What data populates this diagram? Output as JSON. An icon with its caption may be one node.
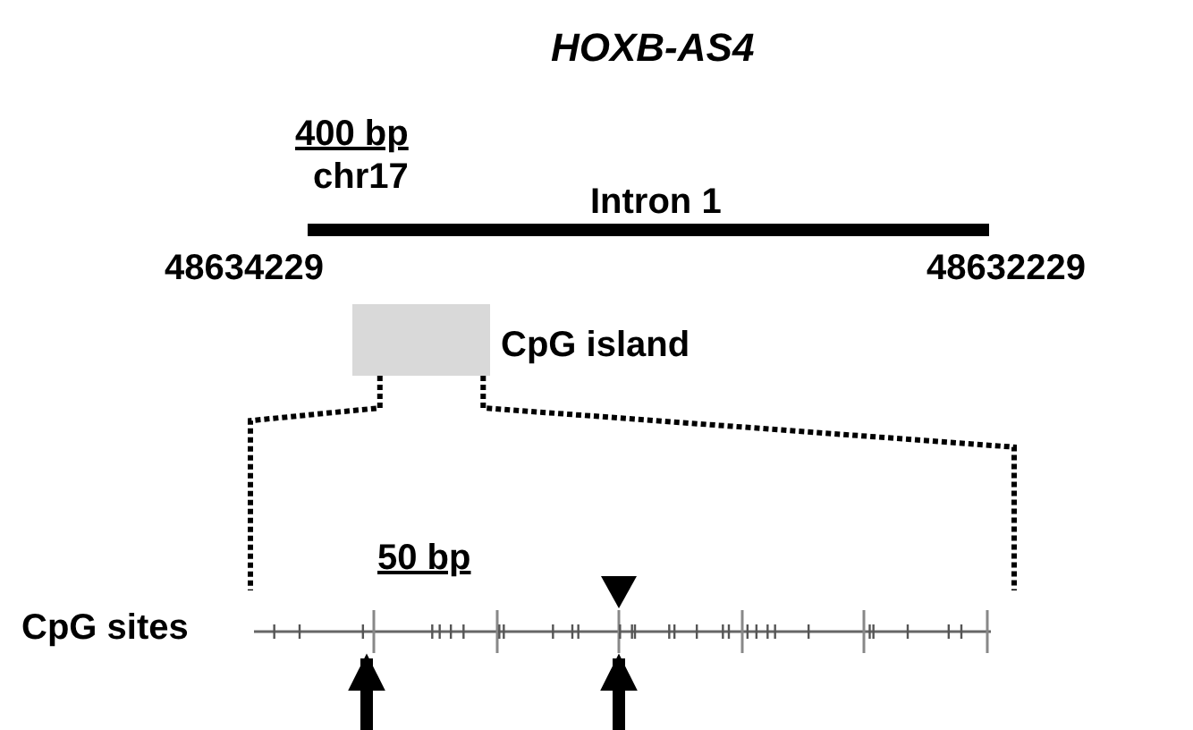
{
  "diagram": {
    "title": "HOXB-AS4",
    "nodes": [
      {
        "text": [
          "CpG island"
        ]
      },
      {
        "text": [
          "CpG sites"
        ]
      }
    ],
    "edges": [
      {
        "from": 0,
        "to": 1,
        "arrow": "none",
        "style": "dashed"
      },
      {
        "from": 0,
        "to": 1,
        "arrow": "none",
        "style": "dashed"
      },
      {
        "from": null,
        "to": 1,
        "arrow": "to",
        "style": "thick"
      },
      {
        "from": null,
        "to": 1,
        "arrow": "to",
        "style": "thick"
      }
    ],
    "labels": [
      "400 bp",
      "chr17",
      "Intron 1",
      "48634229",
      "48632229",
      "50 bp"
    ]
  }
}
